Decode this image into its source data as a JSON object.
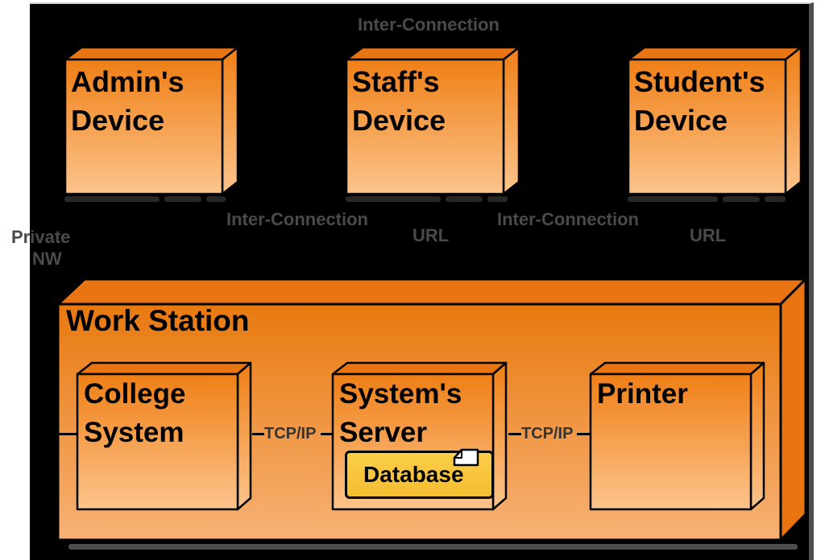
{
  "diagram": {
    "type": "uml-deployment",
    "top_label": "Inter-Connection",
    "devices": [
      {
        "name": "Admin's\nDevice"
      },
      {
        "name": "Staff's\nDevice"
      },
      {
        "name": "Student's\nDevice"
      }
    ],
    "connection_labels": {
      "inter_connection_left": "Inter-Connection",
      "url_left": "URL",
      "inter_connection_right": "Inter-Connection",
      "url_right": "URL",
      "private_network_line1": "Private",
      "private_network_line2": "NW",
      "tcp_ip_left": "TCP/IP",
      "tcp_ip_right": "TCP/IP"
    },
    "workstation": {
      "name": "Work Station",
      "nodes": [
        {
          "name": "College\nSystem"
        },
        {
          "name": "System's\nServer"
        },
        {
          "name": "Printer"
        }
      ],
      "database": {
        "label": "Database"
      }
    },
    "colors": {
      "canvas": "#000000",
      "page_margin": "#ffffff",
      "node_gradient_top": "#ef7f16",
      "node_gradient_bottom": "#fcc48c",
      "node_side": "#e87512",
      "workstation_gradient_top": "#e8790f",
      "workstation_gradient_bottom": "#f7b275",
      "database_fill": "#f8c83d",
      "label_gray": "#4a4a4a",
      "outline": "#000000"
    }
  }
}
